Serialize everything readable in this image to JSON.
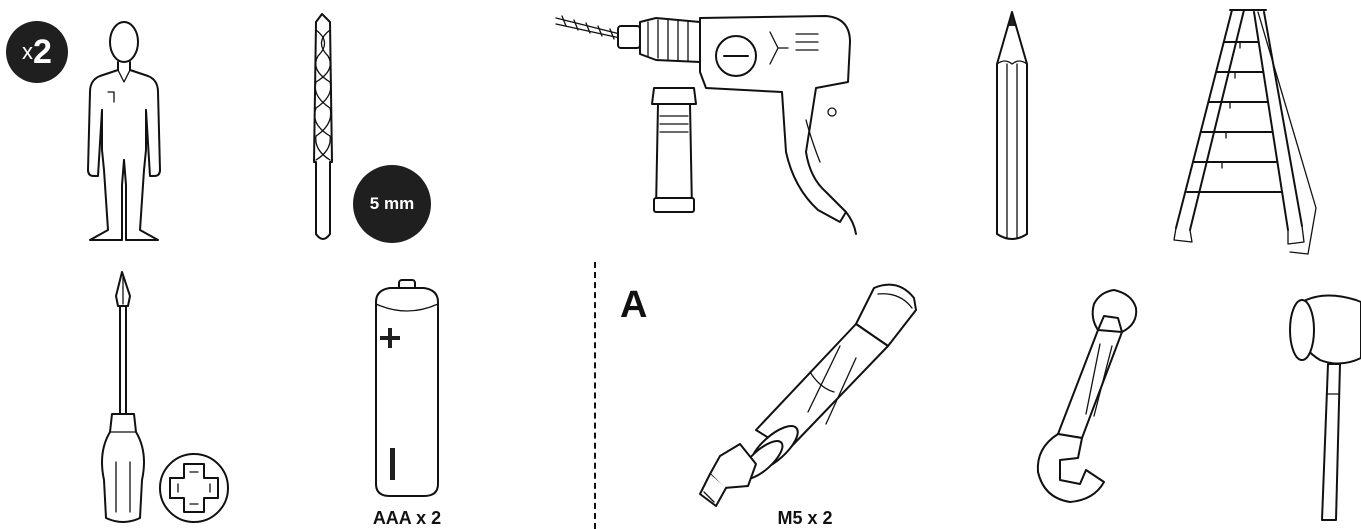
{
  "tools": {
    "persons": {
      "count_prefix": "x",
      "count_value": "2",
      "icon": "person-icon"
    },
    "drill_bit": {
      "size_label": "5 mm",
      "icon": "drill-bit-icon"
    },
    "drill": {
      "icon": "power-drill-icon"
    },
    "pencil": {
      "icon": "pencil-icon"
    },
    "ladder": {
      "icon": "step-ladder-icon"
    },
    "screwdriver": {
      "icon": "pozidriv-screwdriver-icon"
    },
    "battery": {
      "caption": "AAA x 2",
      "icon": "aaa-battery-icon"
    }
  },
  "section_a": {
    "label": "A",
    "anchor": {
      "caption": "M5 x 2",
      "icon": "wall-anchor-bolt-icon"
    },
    "wrench": {
      "icon": "open-end-wrench-icon"
    },
    "mallet": {
      "icon": "rubber-mallet-icon"
    }
  },
  "colors": {
    "line": "#111111",
    "badge_fill": "#1f1f1f",
    "badge_text": "#ffffff",
    "background": "#ffffff"
  }
}
